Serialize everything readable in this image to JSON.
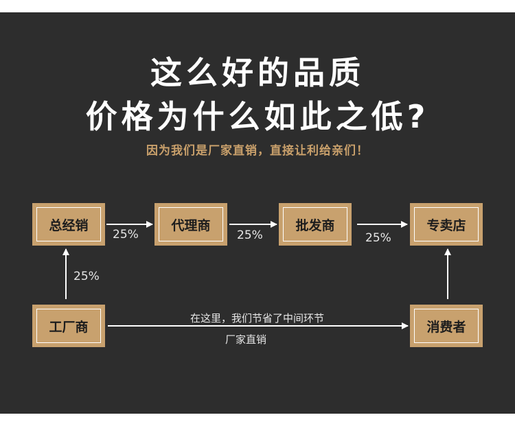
{
  "title_line1": "这么好的品质",
  "title_line2": "价格为什么如此之低?",
  "subtitle": "因为我们是厂家直销，直接让利给亲们！",
  "nodes": {
    "general_distributor": "总经销",
    "agent": "代理商",
    "wholesaler": "批发商",
    "store": "专卖店",
    "factory": "工厂商",
    "consumer": "消费者"
  },
  "markups": {
    "general_to_agent": "25%",
    "agent_to_wholesaler": "25%",
    "wholesaler_to_store": "25%",
    "factory_to_general": "25%"
  },
  "direct_route": {
    "line1": "在这里，我们节省了中间环节",
    "line2": "厂家直销"
  },
  "colors": {
    "background": "#2d2d2d",
    "node_fill": "#c8a16e",
    "accent_text": "#c9a06b"
  }
}
